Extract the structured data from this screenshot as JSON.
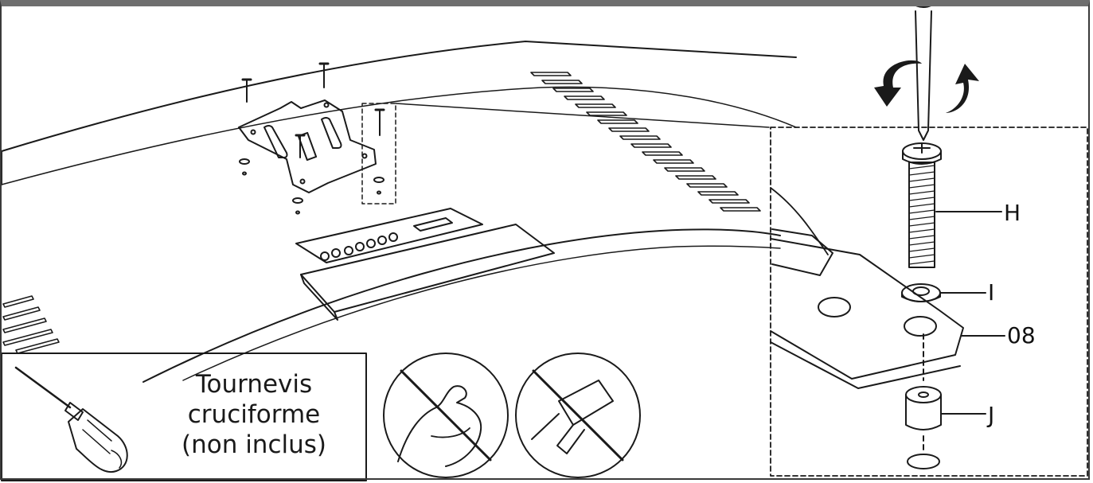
{
  "tool": {
    "line1": "Tournevis",
    "line2": "cruciforme",
    "line3": "(non inclus)",
    "icon": "phillips-screwdriver-icon"
  },
  "warnings": [
    {
      "icon": "no-force-icon"
    },
    {
      "icon": "no-power-drill-icon"
    }
  ],
  "callouts": {
    "screw": "H",
    "washer": "I",
    "plate": "08",
    "spacer": "J"
  },
  "colors": {
    "line": "#1a1a1a",
    "frame_top": "#6e6e6e",
    "background": "#ffffff"
  }
}
